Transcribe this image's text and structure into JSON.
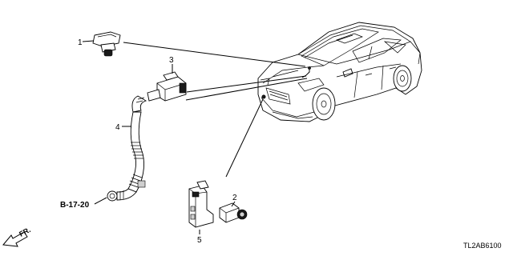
{
  "callouts": {
    "c1": "1",
    "c2": "2",
    "c3": "3",
    "c4": "4",
    "c5": "5"
  },
  "reference": "B-17-20",
  "direction_label": "FR.",
  "diagram_code": "TL2AB6100"
}
